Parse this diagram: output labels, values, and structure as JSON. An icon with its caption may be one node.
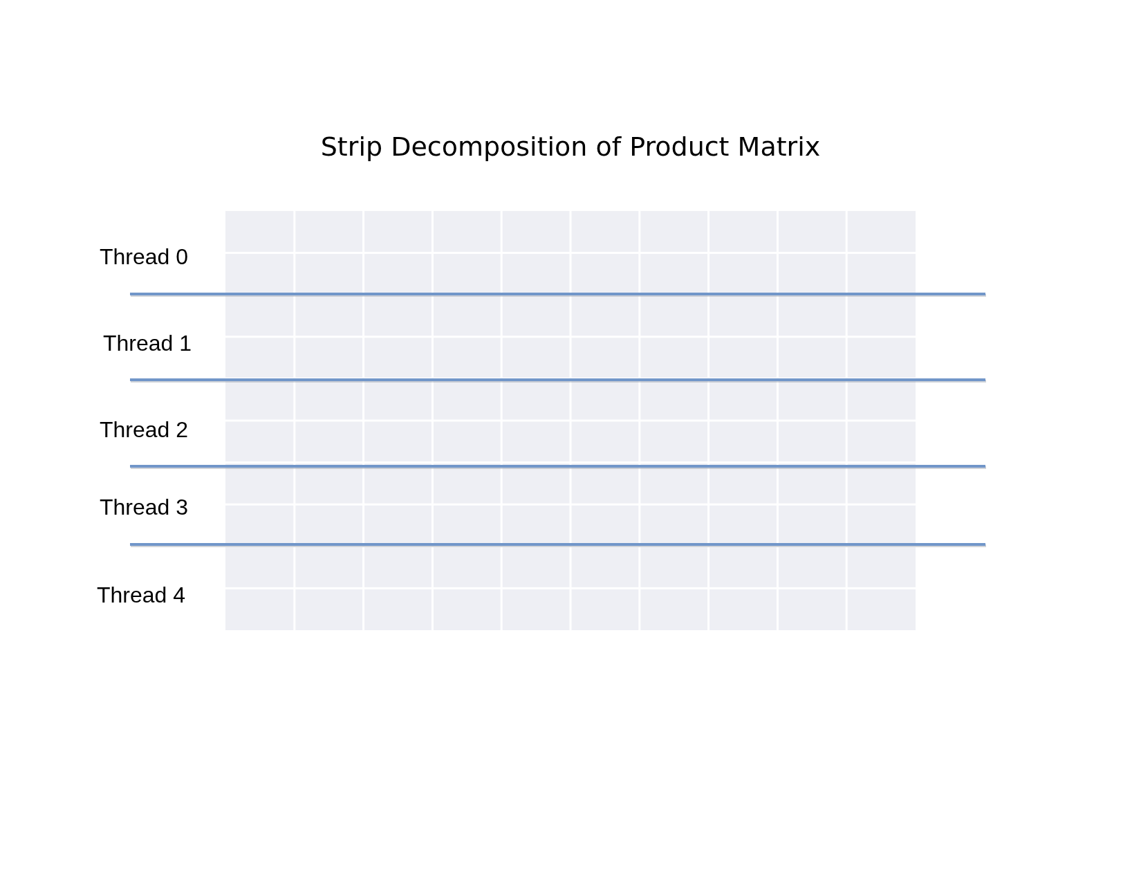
{
  "diagram": {
    "title": "Strip Decomposition of Product Matrix",
    "labels": [
      "Thread 0",
      "Thread 1",
      "Thread 2",
      "Thread 3",
      "Thread 4"
    ]
  }
}
